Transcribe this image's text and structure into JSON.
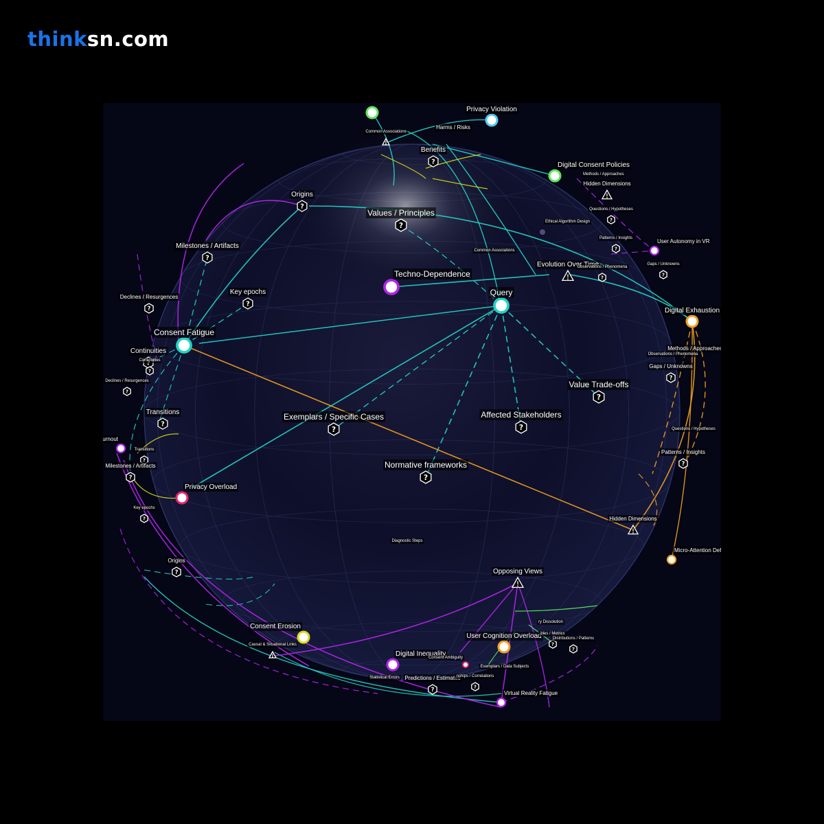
{
  "brand": {
    "part1": "think",
    "part2": "sn.com",
    "color_primary": "#1a73e8",
    "color_secondary": "#ffffff"
  },
  "colors": {
    "cyan": "#22d3c5",
    "purple": "#b026e8",
    "orange": "#f0a020",
    "yellow": "#d9d91a",
    "green": "#5ce65c",
    "background": "#000000",
    "sphere": "#0b0c24"
  },
  "nodes": [
    {
      "id": "query",
      "label": "Query",
      "kind": "ring",
      "color": "#22d3c5",
      "size": "large"
    },
    {
      "id": "consent-fatigue",
      "label": "Consent Fatigue",
      "kind": "ring",
      "color": "#22d3c5",
      "size": "large"
    },
    {
      "id": "techno-dependence",
      "label": "Techno-Dependence",
      "kind": "ring",
      "color": "#b026e8",
      "size": "large"
    },
    {
      "id": "privacy-overload",
      "label": "Privacy Overload",
      "kind": "ring",
      "color": "#e8246a",
      "size": "medium"
    },
    {
      "id": "digital-exhaustion",
      "label": "Digital Exhaustion",
      "kind": "ring",
      "color": "#f0a020",
      "size": "medium"
    },
    {
      "id": "privacy-violation",
      "label": "Privacy Violation",
      "kind": "ring",
      "color": "#4fc8e8",
      "size": "medium"
    },
    {
      "id": "digital-consent-policies",
      "label": "Digital Consent Policies",
      "kind": "ring",
      "color": "#5ce65c",
      "size": "medium"
    },
    {
      "id": "top-green",
      "label": "",
      "kind": "ring",
      "color": "#5ce65c",
      "size": "medium"
    },
    {
      "id": "user-autonomy-vr",
      "label": "User Autonomy in VR",
      "kind": "ring",
      "color": "#b026e8",
      "size": "small"
    },
    {
      "id": "digital-burnout",
      "label": "Digital Burnout",
      "kind": "ring",
      "color": "#b026e8",
      "size": "small"
    },
    {
      "id": "consent-erosion",
      "label": "Consent Erosion",
      "kind": "ring",
      "color": "#d9d91a",
      "size": "medium"
    },
    {
      "id": "digital-inequality",
      "label": "Digital Inequality",
      "kind": "ring",
      "color": "#b026e8",
      "size": "medium"
    },
    {
      "id": "user-cognition-overload",
      "label": "User Cognition Overload",
      "kind": "ring",
      "color": "#f0a020",
      "size": "medium"
    },
    {
      "id": "micro-attention-deficits",
      "label": "Micro-Attention Deficits",
      "kind": "ring",
      "color": "#f0a020",
      "size": "small"
    },
    {
      "id": "virtual-reality-fatigue",
      "label": "Virtual Reality Fatigue",
      "kind": "ring",
      "color": "#b026e8",
      "size": "small"
    },
    {
      "id": "consent-ambiguity",
      "label": "Consent Ambiguity",
      "kind": "ring",
      "color": "#e8246a",
      "size": "tiny"
    },
    {
      "id": "ethical-algorithm-design",
      "label": "Ethical Algorithm Design",
      "kind": "dot",
      "color": "#5a4a7a",
      "size": "tiny"
    },
    {
      "id": "values-principles",
      "label": "Values / Principles",
      "kind": "question",
      "size": "large"
    },
    {
      "id": "exemplars-specific-cases",
      "label": "Exemplars / Specific Cases",
      "kind": "question",
      "size": "large"
    },
    {
      "id": "normative-frameworks",
      "label": "Normative frameworks",
      "kind": "question",
      "size": "large"
    },
    {
      "id": "affected-stakeholders",
      "label": "Affected Stakeholders",
      "kind": "question",
      "size": "large"
    },
    {
      "id": "value-trade-offs",
      "label": "Value Trade-offs",
      "kind": "question",
      "size": "large"
    },
    {
      "id": "origins-top",
      "label": "Origins",
      "kind": "question",
      "size": "medium"
    },
    {
      "id": "milestones-artifacts-top",
      "label": "Milestones / Artifacts",
      "kind": "question",
      "size": "medium"
    },
    {
      "id": "key-epochs-top",
      "label": "Key epochs",
      "kind": "question",
      "size": "medium"
    },
    {
      "id": "declines-resurgences-top",
      "label": "Declines / Resurgences",
      "kind": "question",
      "size": "small"
    },
    {
      "id": "continuities-top",
      "label": "Continuities",
      "kind": "question",
      "size": "medium"
    },
    {
      "id": "continuities-small",
      "label": "Continuities",
      "kind": "question",
      "size": "tiny"
    },
    {
      "id": "declines-resurgences-mid",
      "label": "Declines / Resurgences",
      "kind": "question",
      "size": "tiny"
    },
    {
      "id": "transitions-top",
      "label": "Transitions",
      "kind": "question",
      "size": "medium"
    },
    {
      "id": "transitions-small",
      "label": "Transitions",
      "kind": "question",
      "size": "tiny"
    },
    {
      "id": "milestones-artifacts-low",
      "label": "Milestones / Artifacts",
      "kind": "question",
      "size": "small"
    },
    {
      "id": "key-epochs-low",
      "label": "Key epochs",
      "kind": "question",
      "size": "tiny"
    },
    {
      "id": "origins-low",
      "label": "Origins",
      "kind": "question",
      "size": "small"
    },
    {
      "id": "benefits",
      "label": "Benefits",
      "kind": "question",
      "size": "medium"
    },
    {
      "id": "harms-risks",
      "label": "Harms / Risks",
      "kind": "label",
      "size": "small"
    },
    {
      "id": "common-associations-top",
      "label": "Common Associations",
      "kind": "warning",
      "size": "tiny"
    },
    {
      "id": "common-associations-mid",
      "label": "Common Associations",
      "kind": "label",
      "size": "tiny"
    },
    {
      "id": "methods-approaches-top",
      "label": "Methods / Approaches",
      "kind": "label",
      "size": "tiny"
    },
    {
      "id": "hidden-dimensions-top",
      "label": "Hidden Dimensions",
      "kind": "warning",
      "size": "small"
    },
    {
      "id": "questions-hypotheses-top",
      "label": "Questions / Hypotheses",
      "kind": "question",
      "size": "tiny"
    },
    {
      "id": "patterns-insights-top",
      "label": "Patterns / Insights",
      "kind": "question",
      "size": "tiny"
    },
    {
      "id": "gaps-unknowns-top",
      "label": "Gaps / Unknowns",
      "kind": "question",
      "size": "tiny"
    },
    {
      "id": "evolution-over-time",
      "label": "Evolution Over Time",
      "kind": "warning",
      "size": "medium"
    },
    {
      "id": "observations-phenomena-top",
      "label": "Observations / Phenomena",
      "kind": "question",
      "size": "tiny"
    },
    {
      "id": "methods-approaches-right",
      "label": "Methods / Approaches",
      "kind": "label",
      "size": "small"
    },
    {
      "id": "observations-phenomena-right",
      "label": "Observations / Phenomena",
      "kind": "label",
      "size": "tiny"
    },
    {
      "id": "gaps-unknowns-right",
      "label": "Gaps / Unknowns",
      "kind": "question",
      "size": "small"
    },
    {
      "id": "questions-hypotheses-right",
      "label": "Questions / Hypotheses",
      "kind": "label",
      "size": "tiny"
    },
    {
      "id": "patterns-insights-right",
      "label": "Patterns / Insights",
      "kind": "question",
      "size": "small"
    },
    {
      "id": "hidden-dimensions-bottom",
      "label": "Hidden Dimensions",
      "kind": "warning",
      "size": "small"
    },
    {
      "id": "diagnostic-steps",
      "label": "Diagnostic Steps",
      "kind": "label",
      "size": "tiny"
    },
    {
      "id": "opposing-views",
      "label": "Opposing Views",
      "kind": "warning",
      "size": "medium"
    },
    {
      "id": "causal-situational-links",
      "label": "Causal & Situational Links",
      "kind": "warning",
      "size": "tiny"
    },
    {
      "id": "statistical-errors",
      "label": "Statistical Errors",
      "kind": "label",
      "size": "tiny"
    },
    {
      "id": "predictions-estimates",
      "label": "Predictions / Estimates",
      "kind": "question",
      "size": "small"
    },
    {
      "id": "relationships-correlations",
      "label": "nships / Correlations",
      "kind": "question",
      "size": "tiny"
    },
    {
      "id": "exemplars-data-subjects",
      "label": "Exemplars / Data Subjects",
      "kind": "label",
      "size": "tiny"
    },
    {
      "id": "identity-dissolution",
      "label": "ry Dissolution",
      "kind": "label",
      "size": "tiny"
    },
    {
      "id": "variables-metrics",
      "label": "bles / Metrics",
      "kind": "question",
      "size": "tiny"
    },
    {
      "id": "distributions-patterns",
      "label": "Distributions / Patterns",
      "kind": "question",
      "size": "tiny"
    }
  ]
}
